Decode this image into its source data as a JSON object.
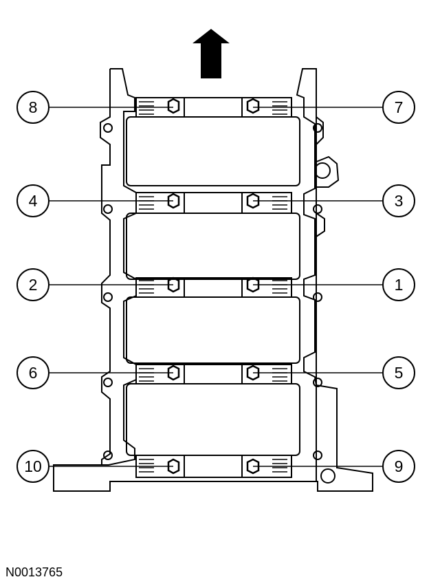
{
  "figure_id": "N0013765",
  "direction_arrow_icon": "arrow-up-icon",
  "callouts": [
    {
      "label": "8",
      "side": "left"
    },
    {
      "label": "7",
      "side": "right"
    },
    {
      "label": "4",
      "side": "left"
    },
    {
      "label": "3",
      "side": "right"
    },
    {
      "label": "2",
      "side": "left"
    },
    {
      "label": "1",
      "side": "right"
    },
    {
      "label": "6",
      "side": "left"
    },
    {
      "label": "5",
      "side": "right"
    },
    {
      "label": "10",
      "side": "left"
    },
    {
      "label": "9",
      "side": "right"
    }
  ],
  "colors": {
    "line": "#000000",
    "background": "#ffffff"
  }
}
